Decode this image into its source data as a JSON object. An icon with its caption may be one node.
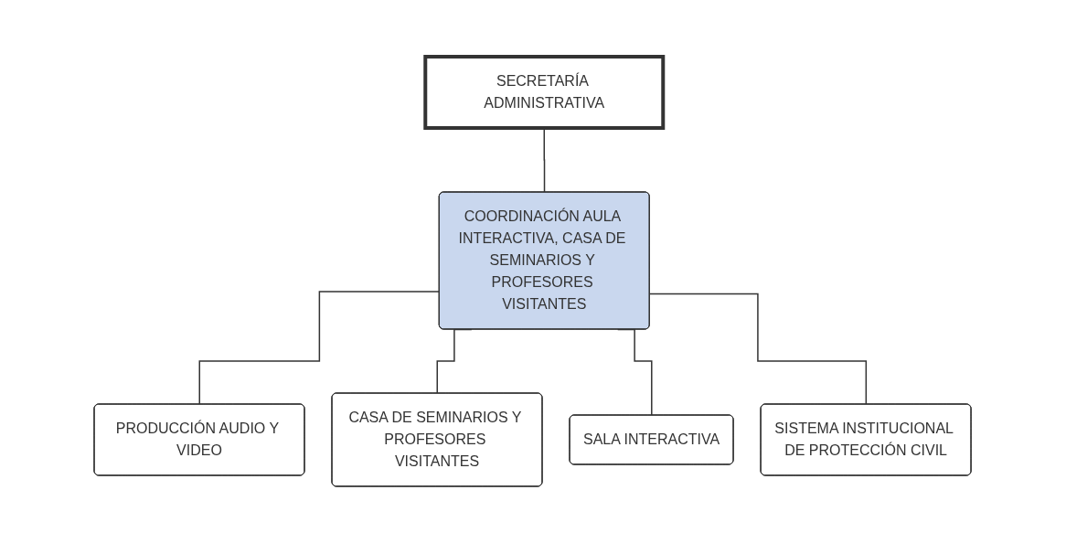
{
  "diagram": {
    "nodes": [
      {
        "text": [
          "SECRETARÍA ADMINISTRATIVA"
        ]
      },
      {
        "text": [
          "COORDINACIÓN AULA INTERACTIVA, CASA DE SEMINARIOS Y PROFESORES VISITANTES"
        ]
      },
      {
        "text": [
          "PRODUCCIÓN AUDIO Y VIDEO"
        ]
      },
      {
        "text": [
          "CASA DE SEMINARIOS Y PROFESORES VISITANTES"
        ]
      },
      {
        "text": [
          "SALA INTERACTIVA"
        ]
      },
      {
        "text": [
          "SISTEMA INSTITUCIONAL DE PROTECCIÓN CIVIL"
        ]
      }
    ],
    "edges": [
      {
        "from": 0,
        "to": 1,
        "arrow": "none"
      },
      {
        "from": 1,
        "to": 2,
        "arrow": "none"
      },
      {
        "from": 1,
        "to": 3,
        "arrow": "none"
      },
      {
        "from": 1,
        "to": 4,
        "arrow": "none"
      },
      {
        "from": 1,
        "to": 5,
        "arrow": "none"
      }
    ]
  }
}
